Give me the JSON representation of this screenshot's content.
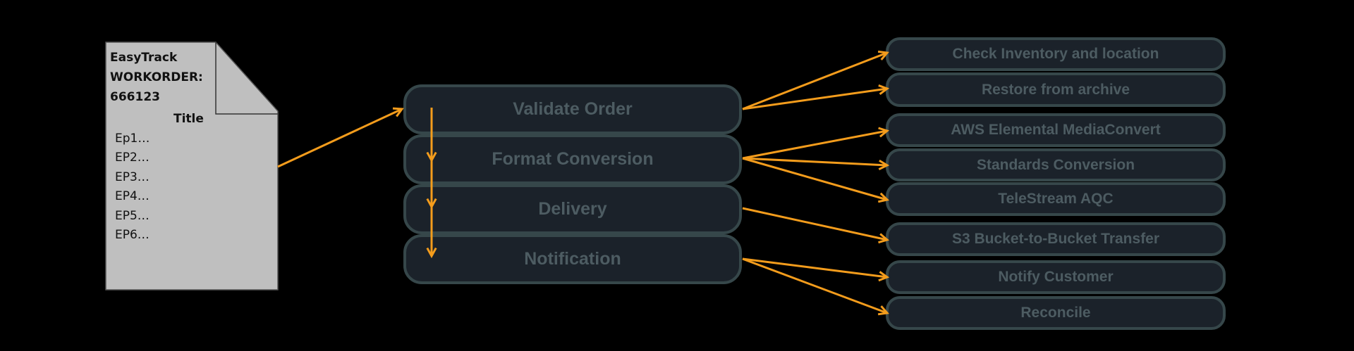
{
  "document": {
    "line1": "EasyTrack",
    "line2": "WORKORDER:",
    "line3": "666123",
    "title": "Title",
    "episodes": [
      "Ep1…",
      "EP2…",
      "EP3…",
      "EP4…",
      "EP5…",
      "EP6…"
    ]
  },
  "steps": [
    "Validate Order",
    "Format Conversion",
    "Delivery",
    "Notification"
  ],
  "tasks": [
    "Check Inventory and location",
    "Restore from archive",
    "AWS Elemental MediaConvert",
    "Standards Conversion",
    "TeleStream AQC",
    "S3 Bucket-to-Bucket Transfer",
    "Notify Customer",
    "Reconcile"
  ],
  "colors": {
    "arrow": "#f39c1c",
    "box_fill": "#1b222a",
    "box_border": "#36474a",
    "box_text": "#4d5c62",
    "document": "#bfbfbf"
  }
}
